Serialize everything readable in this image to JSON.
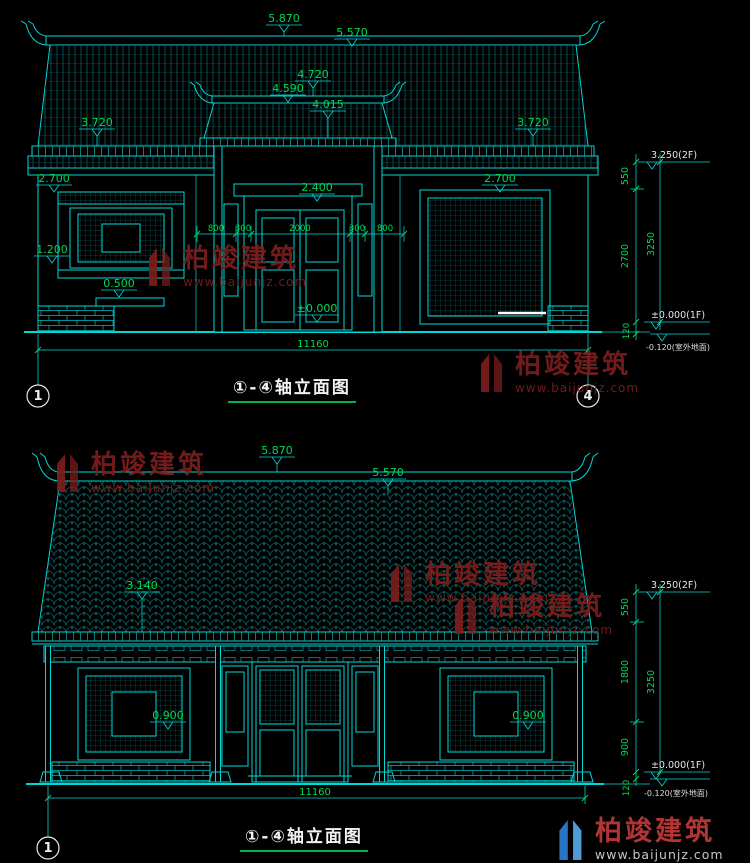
{
  "colors": {
    "line": "#00d8d8",
    "dim_text": "#00d850",
    "title_underline": "#00b44a",
    "watermark_red": "#7d1d1d"
  },
  "watermark": {
    "name": "柏竣建筑",
    "url": "www.baijunjz.com"
  },
  "drawing1": {
    "title": "①-④轴立面图",
    "axis_left": "1",
    "axis_right": "4",
    "total_width": "11160",
    "elevations": {
      "ridge": "5.870",
      "ridge2": "5.570",
      "gate_top": "4.720",
      "gate_mid": "4.590",
      "gate_eave": "4.015",
      "eave_left": "3.720",
      "eave_right": "3.720",
      "canopy_left": "2.700",
      "canopy_right": "2.700",
      "door_head": "2.400",
      "window_sill": "1.200",
      "plinth": "0.500",
      "floor": "±0.000"
    },
    "door_dims": [
      "800",
      "300",
      "2000",
      "300",
      "800"
    ],
    "levels": {
      "top": "3.250(2F)",
      "seg_top": "550",
      "seg_main": "2700",
      "total": "3250",
      "floor": "±0.000(1F)",
      "base": "120",
      "outdoor": "-0.120(室外地面)"
    }
  },
  "drawing2": {
    "title": "①-④轴立面图",
    "axis_left": "1",
    "total_width": "11160",
    "elevations": {
      "ridge": "5.870",
      "ridge2": "5.570",
      "eave": "3.140",
      "sill_left": "0.900",
      "sill_right": "0.900"
    },
    "levels": {
      "top": "3.250(2F)",
      "seg_top": "550",
      "seg_mid": "1800",
      "seg_low": "900",
      "total": "3250",
      "floor": "±0.000(1F)",
      "base": "120",
      "outdoor": "-0.120(室外地面)"
    }
  }
}
